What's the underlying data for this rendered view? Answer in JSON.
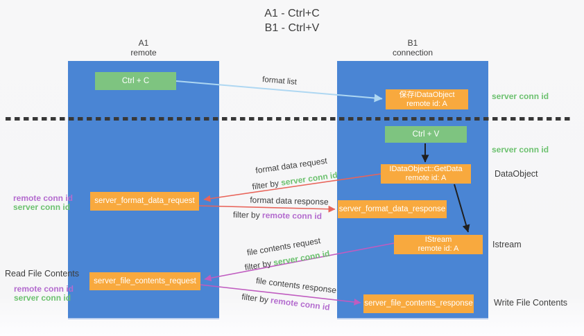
{
  "title": {
    "line1": "A1 - Ctrl+C",
    "line2": "B1 - Ctrl+V"
  },
  "participants": {
    "a1": {
      "name": "A1",
      "subtitle": "remote"
    },
    "b1": {
      "name": "B1",
      "subtitle": "connection"
    }
  },
  "nodes": {
    "ctrl_c": {
      "label": "Ctrl + C"
    },
    "save_dataobject": {
      "line1": "保存IDataObject",
      "line2": "remote id: A"
    },
    "ctrl_v": {
      "label": "Ctrl + V"
    },
    "getdata": {
      "line1": "IDataObject::GetData",
      "line2": "remote id: A"
    },
    "format_request": {
      "label": "server_format_data_request"
    },
    "format_response": {
      "label": "server_format_data_response"
    },
    "istream": {
      "line1": "IStream",
      "line2": "remote id: A"
    },
    "file_request": {
      "label": "server_file_contents_request"
    },
    "file_response": {
      "label": "server_file_contents_response"
    }
  },
  "flow_labels": {
    "format_list": "format list",
    "format_data_request": "format data request",
    "format_data_request_filter_prefix": "filter by ",
    "format_data_request_filter_key": "server conn id",
    "format_data_response": "format data response",
    "format_data_response_filter_prefix": "filter by ",
    "format_data_response_filter_key": "remote conn id",
    "file_contents_request": "file contents request",
    "file_contents_request_filter_prefix": "filter by ",
    "file_contents_request_filter_key": "server conn id",
    "file_contents_response": "file contents response",
    "file_contents_response_filter_prefix": "filter by ",
    "file_contents_response_filter_key": "remote conn id"
  },
  "side_labels": {
    "right_server_conn_id_top": "server conn id",
    "right_server_conn_id_mid": "server conn id",
    "right_dataobject": "DataObject",
    "right_istream": "Istream",
    "right_write_file_contents": "Write File Contents",
    "left_remote_conn_id_top": "remote conn id",
    "left_server_conn_id_top": "server conn id",
    "left_read_file_contents": "Read File Contents",
    "left_remote_conn_id_bottom": "remote conn id",
    "left_server_conn_id_bottom": "server conn id"
  },
  "colors": {
    "lifeline_blue": "#4a85d4",
    "node_green": "#7ec480",
    "node_orange": "#f8a93e",
    "arrow_light_blue": "#aed7f2",
    "arrow_red": "#e8645a",
    "arrow_magenta": "#c05cc0",
    "arrow_black": "#1f1f1f",
    "divider_dark": "#383838",
    "label_green": "#6cc16f",
    "label_purple": "#b36bce",
    "text_dark": "#3c3c3c"
  }
}
